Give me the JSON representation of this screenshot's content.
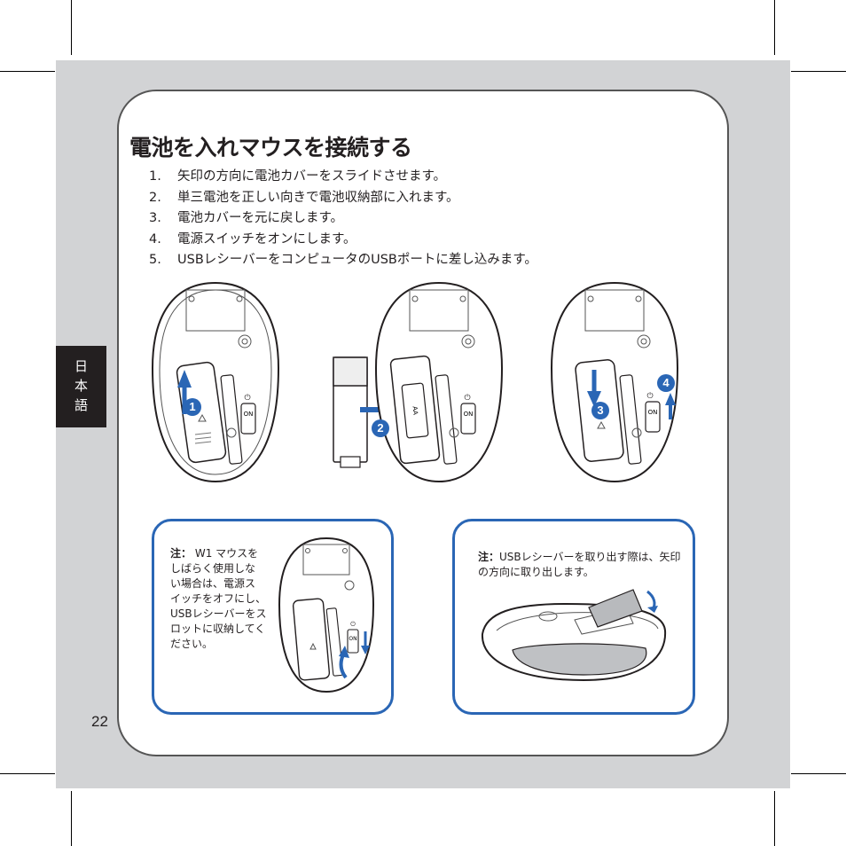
{
  "page": {
    "number": "22",
    "language_tab": [
      "日",
      "本",
      "語"
    ]
  },
  "heading": "電池を入れマウスを接続する",
  "steps": [
    {
      "num": "1.",
      "text": "矢印の方向に電池カバーをスライドさせます。"
    },
    {
      "num": "2.",
      "text": "単三電池を正しい向きで電池収納部に入れます。"
    },
    {
      "num": "3.",
      "text": "電池カバーを元に戻します。"
    },
    {
      "num": "4.",
      "text": "電源スイッチをオンにします。"
    },
    {
      "num": "5.",
      "text": "USBレシーバーをコンピュータのUSBポートに差し込みます。"
    }
  ],
  "illustrations": {
    "switch_label": "ON",
    "battery_label": "AA",
    "step_badges": [
      "1",
      "2",
      "3",
      "4"
    ]
  },
  "notes": {
    "left": {
      "label": "注：",
      "lines": [
        " W1 マウスを",
        "しばらく使用しな",
        "い場合は、電源ス",
        "イッチをオフにし、",
        "USBレシーバーをス",
        "ロットに収納してく",
        "ださい。"
      ]
    },
    "right": {
      "label": "注：",
      "lines": [
        "USBレシーバーを取り出す際は、矢印",
        "の方向に取り出します。"
      ]
    }
  },
  "colors": {
    "accent": "#2a66b5",
    "background": "#d2d3d5",
    "tab": "#231f20"
  }
}
